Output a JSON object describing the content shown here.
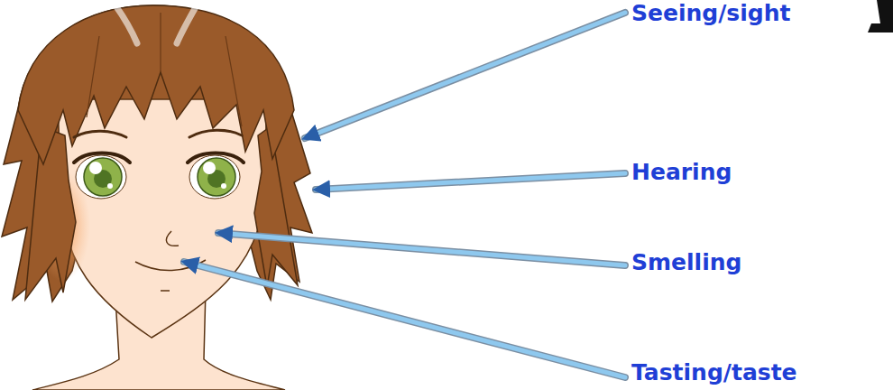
{
  "diagram": {
    "labels": [
      "Seeing/sight",
      "Hearing",
      "Smelling",
      "Tasting/taste"
    ]
  }
}
